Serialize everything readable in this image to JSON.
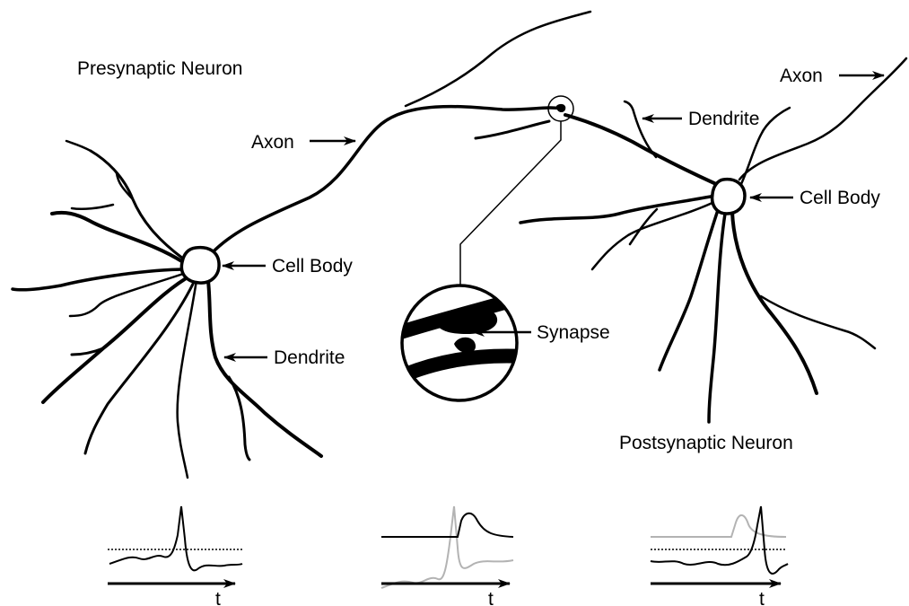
{
  "labels": {
    "presynaptic_neuron": "Presynaptic Neuron",
    "postsynaptic_neuron": "Postsynaptic Neuron",
    "pre_axon": "Axon",
    "pre_cell_body": "Cell Body",
    "pre_dendrite": "Dendrite",
    "synapse": "Synapse",
    "post_dendrite": "Dendrite",
    "post_axon": "Axon",
    "post_cell_body": "Cell Body"
  },
  "plots": {
    "pre_time_axis": "t",
    "synapse_time_axis": "t",
    "post_time_axis": "t"
  },
  "colors": {
    "ink": "#000000",
    "faded_trace": "#b3b3b3"
  }
}
